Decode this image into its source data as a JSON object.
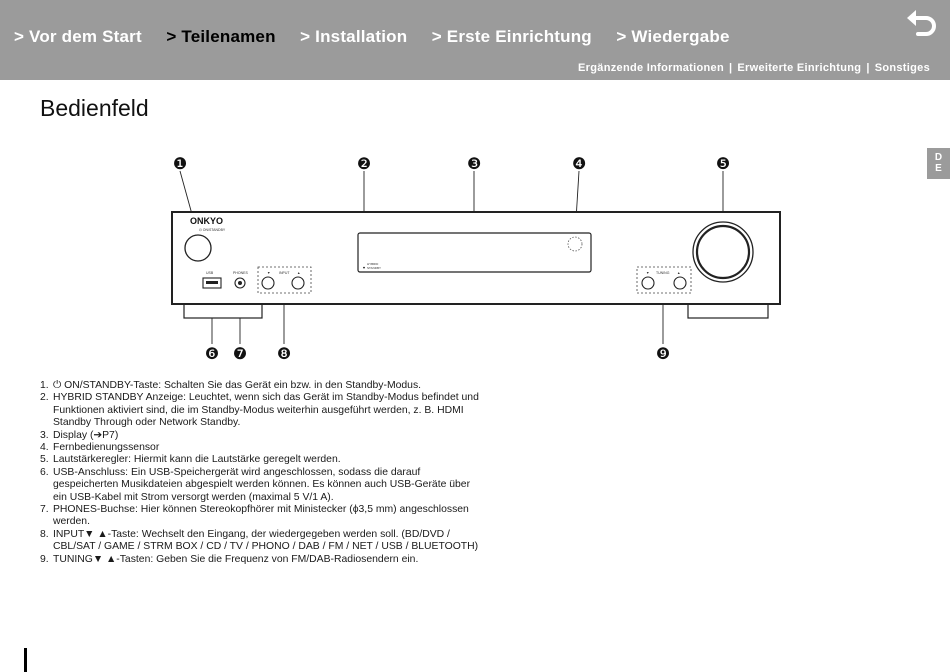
{
  "nav": {
    "tabs": [
      {
        "label": "> Vor dem Start"
      },
      {
        "label": "> Teilenamen"
      },
      {
        "label": "> Installation"
      },
      {
        "label": "> Erste Einrichtung"
      },
      {
        "label": "> Wiedergabe"
      }
    ],
    "sublinks": [
      {
        "label": "Ergänzende Informationen"
      },
      {
        "label": "Erweiterte Einrichtung"
      },
      {
        "label": "Sonstiges"
      }
    ],
    "separator": "|",
    "back_icon": "return-arrow-icon"
  },
  "page": {
    "title": "Bedienfeld"
  },
  "lang_tab": {
    "line1": "D",
    "line2": "E"
  },
  "device": {
    "brand": "ONKYO",
    "power_label": "⏻ ON/STANDBY",
    "usb_label": "USB",
    "phones_label": "PHONES",
    "input_label": "INPUT",
    "tuning_label": "TUNING",
    "down_arrow": "▼",
    "up_arrow": "▲",
    "hybrid_label": "HYBRID",
    "standby_label": "STANDBY"
  },
  "callouts": [
    "❶",
    "❷",
    "❸",
    "❹",
    "❺",
    "❻",
    "❼",
    "❽",
    "❾"
  ],
  "descriptions": [
    {
      "num": "1.",
      "text": "⏻ ON/STANDBY-Taste: Schalten Sie das Gerät ein bzw. in den Standby-Modus."
    },
    {
      "num": "2.",
      "text": "HYBRID STANDBY Anzeige: Leuchtet, wenn sich das Gerät im Standby-Modus befindet und Funktionen aktiviert sind, die im Standby-Modus weiterhin ausgeführt werden, z. B. HDMI Standby Through oder Network Standby."
    },
    {
      "num": "3.",
      "text": "Display (➔P7)"
    },
    {
      "num": "4.",
      "text": "Fernbedienungssensor"
    },
    {
      "num": "5.",
      "text": "Lautstärkeregler: Hiermit kann die Lautstärke geregelt werden."
    },
    {
      "num": "6.",
      "text": "USB-Anschluss: Ein USB-Speichergerät wird angeschlossen, sodass die darauf gespeicherten Musikdateien abgespielt werden können. Es können auch USB-Geräte über ein USB-Kabel mit Strom versorgt werden (maximal 5 V/1 A)."
    },
    {
      "num": "7.",
      "text": "PHONES-Buchse: Hier können Stereokopfhörer mit Ministecker (ϕ3,5 mm) angeschlossen werden."
    },
    {
      "num": "8.",
      "text": "INPUT▼ ▲-Taste: Wechselt den Eingang, der wiedergegeben werden soll. (BD/DVD / CBL/SAT / GAME / STRM BOX / CD / TV / PHONO / DAB / FM / NET / USB / BLUETOOTH)"
    },
    {
      "num": "9.",
      "text": "TUNING▼ ▲-Tasten: Geben Sie die Frequenz von FM/DAB-Radiosendern ein."
    }
  ]
}
